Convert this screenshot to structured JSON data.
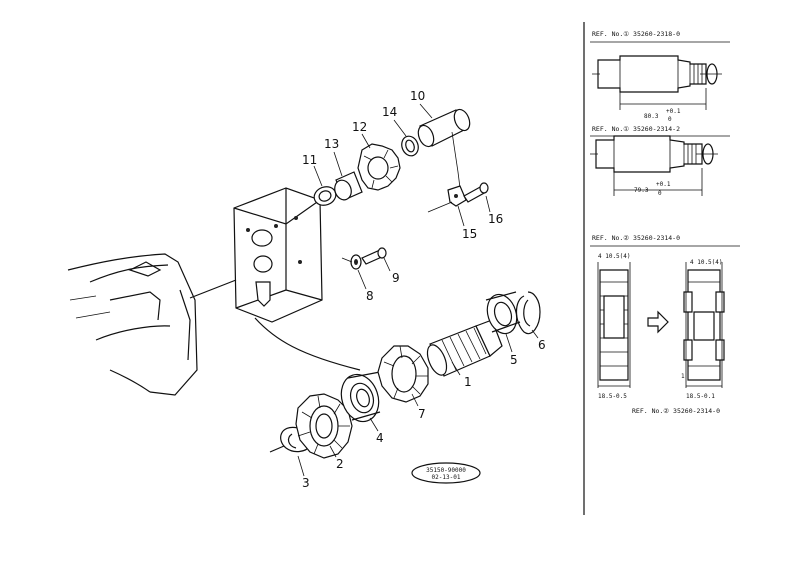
{
  "parts": [
    {
      "num": "1"
    },
    {
      "num": "2"
    },
    {
      "num": "3"
    },
    {
      "num": "4"
    },
    {
      "num": "5"
    },
    {
      "num": "6"
    },
    {
      "num": "7"
    },
    {
      "num": "8"
    },
    {
      "num": "9"
    },
    {
      "num": "10"
    },
    {
      "num": "11"
    },
    {
      "num": "12"
    },
    {
      "num": "13"
    },
    {
      "num": "14"
    },
    {
      "num": "15"
    },
    {
      "num": "16"
    }
  ],
  "stamp": {
    "line1": "35150-90000",
    "line2": "02-13-01"
  },
  "ref_panels": {
    "ref1": {
      "label": "REF. No.① 35260-2318-0",
      "dim_main": "80.3",
      "dim_tol_top": "+0.1",
      "dim_tol_bot": "0"
    },
    "ref2": {
      "label": "REF. No.① 35260-2314-2",
      "dim_main": "79.3",
      "dim_tol_top": "+0.1",
      "dim_tol_bot": "0"
    },
    "ref3": {
      "label": "REF. No.② 35260-2314-0",
      "left_top": "4 10.5(4)",
      "right_top": "4 10.5(4)",
      "left_bottom": "18.5-0.5",
      "right_bottom": "18.5-0.1",
      "marker": "1",
      "bottom_label": "REF. No.② 35260-2314-0"
    }
  }
}
